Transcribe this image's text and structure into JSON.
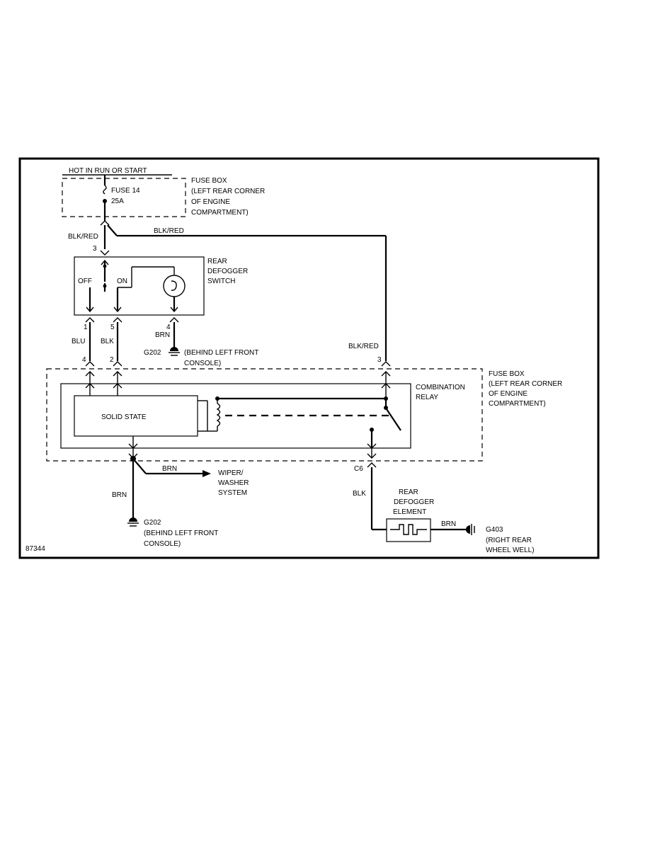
{
  "diagram": {
    "id": "87344",
    "top_label": "HOT IN RUN OR START",
    "fuse": {
      "name": "FUSE 14",
      "rating": "25A"
    },
    "fuse_box_top": [
      "FUSE BOX",
      "(LEFT REAR CORNER",
      "OF ENGINE",
      "COMPARTMENT)"
    ],
    "fuse_box_main": [
      "FUSE BOX",
      "(LEFT REAR CORNER",
      "OF ENGINE",
      "COMPARTMENT)"
    ],
    "switch_label": [
      "REAR",
      "DEFOGGER",
      "SWITCH"
    ],
    "switch_off": "OFF",
    "switch_on": "ON",
    "relay_label": [
      "COMBINATION",
      "RELAY"
    ],
    "solid_state": "SOLID STATE",
    "element_label": [
      "REAR",
      "DEFOGGER",
      "ELEMENT"
    ],
    "wiper": [
      "WIPER/",
      "WASHER",
      "SYSTEM"
    ],
    "wires": {
      "blk_red": "BLK/RED",
      "blu": "BLU",
      "blk": "BLK",
      "brn": "BRN"
    },
    "pins": {
      "sw_in": "3",
      "sw_1": "1",
      "sw_5": "5",
      "sw_4": "4",
      "rel_4": "4",
      "rel_2": "2",
      "rel_3": "3",
      "c6": "C6"
    },
    "ground_switch": {
      "id": "G202",
      "loc": [
        "(BEHIND LEFT FRONT",
        "CONSOLE)"
      ]
    },
    "ground_relay": {
      "id": "G202",
      "loc": [
        "(BEHIND LEFT FRONT",
        "CONSOLE)"
      ]
    },
    "ground_element": {
      "id": "G403",
      "loc": [
        "(RIGHT REAR",
        "WHEEL WELL)"
      ]
    }
  }
}
